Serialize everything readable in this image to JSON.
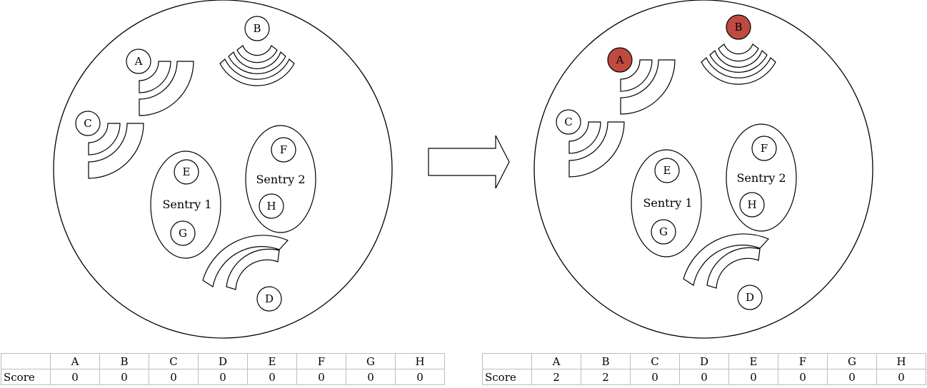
{
  "colors": {
    "highlight_fill": "#bf4a3f",
    "stroke": "#000000",
    "node_fill": "#ffffff"
  },
  "scenes": [
    {
      "id": "before",
      "nodes": {
        "A": "A",
        "B": "B",
        "C": "C",
        "D": "D",
        "E": "E",
        "F": "F",
        "G": "G",
        "H": "H"
      },
      "highlighted": [],
      "sentries": [
        "Sentry 1",
        "Sentry 2"
      ]
    },
    {
      "id": "after",
      "nodes": {
        "A": "A",
        "B": "B",
        "C": "C",
        "D": "D",
        "E": "E",
        "F": "F",
        "G": "G",
        "H": "H"
      },
      "highlighted": [
        "A",
        "B"
      ],
      "sentries": [
        "Sentry 1",
        "Sentry 2"
      ]
    }
  ],
  "score_tables": [
    {
      "row_label": "Score",
      "headers": [
        "A",
        "B",
        "C",
        "D",
        "E",
        "F",
        "G",
        "H"
      ],
      "values": [
        "0",
        "0",
        "0",
        "0",
        "0",
        "0",
        "0",
        "0"
      ]
    },
    {
      "row_label": "Score",
      "headers": [
        "A",
        "B",
        "C",
        "D",
        "E",
        "F",
        "G",
        "H"
      ],
      "values": [
        "2",
        "2",
        "0",
        "0",
        "0",
        "0",
        "0",
        "0"
      ]
    }
  ]
}
